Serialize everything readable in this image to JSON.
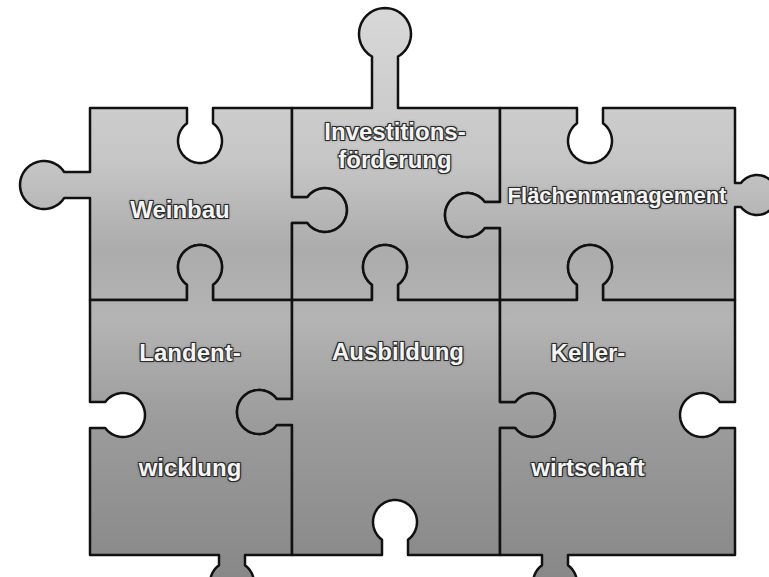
{
  "diagram": {
    "nodes": [
      {
        "text": [
          "Weinbau"
        ]
      },
      {
        "text": [
          "Investitions- förderung"
        ]
      },
      {
        "text": [
          "Flächenmanagement"
        ]
      },
      {
        "text": [
          "Landent- wicklung"
        ]
      },
      {
        "text": [
          "Ausbildung"
        ]
      },
      {
        "text": [
          "Keller- wirtschaft"
        ]
      }
    ]
  }
}
